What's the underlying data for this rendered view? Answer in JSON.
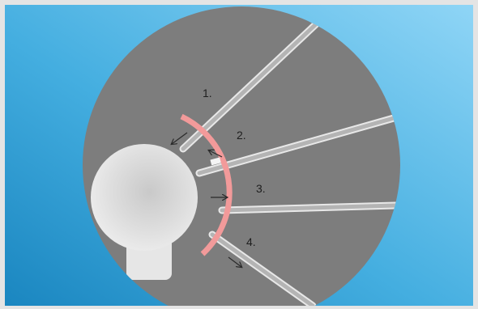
{
  "diagram": {
    "steps": [
      {
        "label": "1."
      },
      {
        "label": "2."
      },
      {
        "label": "3."
      },
      {
        "label": "4."
      }
    ],
    "colors": {
      "background_light": "#8fd3f5",
      "background_dark": "#1e8cc5",
      "circle": "#7d7d7d",
      "instrument": "#cfcfcf",
      "arc": "#f29a9a",
      "head": "#e2e2e2",
      "arrow": "#2a2a2a"
    }
  }
}
